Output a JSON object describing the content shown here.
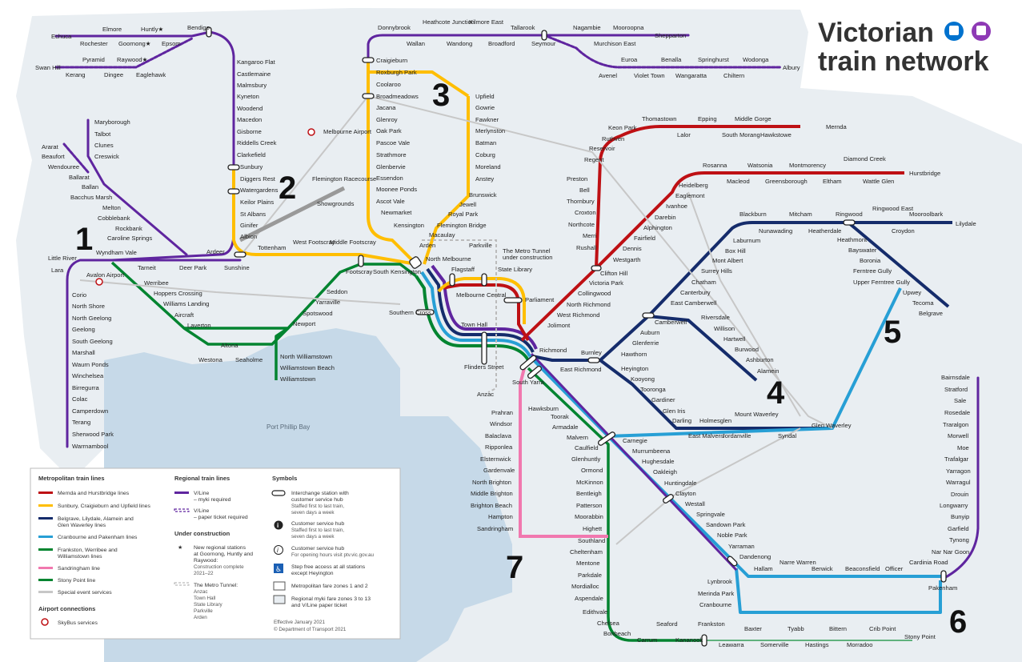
{
  "title": {
    "line1": "Victorian",
    "line2": "train network"
  },
  "bay_label": "Port Phillip Bay",
  "colors": {
    "mernda_hurstbridge": "#be1014",
    "sunbury_craigieburn_upfield": "#ffbe00",
    "belgrave_lilydale_alamein_glenwaverley": "#152c6b",
    "cranbourne_pakenham": "#279fd5",
    "frankston_werribee_williamstown": "#028430",
    "sandringham": "#f178af",
    "regional": "#5f259f",
    "special": "#c7c7c7",
    "bay": "#c6d9e8",
    "land": "#e9eef2"
  },
  "markers": {
    "m1": "1",
    "m2": "2",
    "m3": "3",
    "m4": "4",
    "m5": "5",
    "m6": "6",
    "m7": "7"
  },
  "legend": {
    "metro_heading": "Metropolitan train lines",
    "metro_lines": [
      "Mernda and Hurstbridge lines",
      "Sunbury, Craigieburn and Upfield lines",
      "Belgrave, Lilydale, Alamein and",
      "Glen Waverley lines",
      "Cranbourne and Pakenham lines",
      "Frankston, Werribee and",
      "Williamstown lines",
      "Sandringham line",
      "Stony Point line",
      "Special event services"
    ],
    "regional_heading": "Regional train lines",
    "regional_lines": [
      "V/Line",
      "– myki required",
      "V/Line",
      "– paper ticket required"
    ],
    "construction_heading": "Under construction",
    "construction_items": [
      "New regional stations",
      "at Goornong, Huntly and",
      "Raywood:",
      "Construction complete",
      "2021–22",
      "The Metro Tunnel:",
      "Anzac",
      "Town Hall",
      "State Library",
      "Parkville",
      "Arden"
    ],
    "symbols_heading": "Symbols",
    "symbols": [
      "Interchange station with",
      "customer service hub",
      "Staffed first to last train,",
      "seven days a week",
      "Customer service hub",
      "Staffed first to last train,",
      "seven days a week",
      "Customer service hub",
      "For opening hours visit ptv.vic.gov.au",
      "Step free access at all stations",
      "except Heyington",
      "Metropolitan fare zones 1 and 2",
      "Regional myki fare zones 3 to 13",
      "and V/Line paper ticket"
    ],
    "airport_heading": "Airport connections",
    "airport_item": "SkyBus services",
    "effective": "Effective January 2021",
    "copyright": "© Department of Transport 2021"
  },
  "stations": {
    "regional_nw": [
      "Echuca",
      "Elmore",
      "Huntly★",
      "Rochester",
      "Goornong★",
      "Epsom",
      "Bendigo",
      "Swan Hill",
      "Pyramid",
      "Kerang",
      "Raywood★",
      "Dingee",
      "Eaglehawk",
      "Kangaroo Flat",
      "Castlemaine",
      "Malmsbury",
      "Kyneton",
      "Woodend",
      "Macedon",
      "Gisborne",
      "Riddells Creek",
      "Clarkefield",
      "Sunbury",
      "Diggers Rest",
      "Watergardens",
      "Keilor Plains",
      "St Albans",
      "Ginifer",
      "Albion"
    ],
    "regional_w": [
      "Maryborough",
      "Talbot",
      "Clunes",
      "Creswick",
      "Ararat",
      "Beaufort",
      "Wendouree",
      "Ballarat",
      "Ballan",
      "Bacchus Marsh",
      "Melton",
      "Cobblebank",
      "Rockbank",
      "Caroline Springs",
      "Wyndham Vale",
      "Little River",
      "Lara",
      "Tarneit",
      "Deer Park",
      "Ardeer",
      "Sunshine",
      "Tottenham",
      "West Footscray",
      "Middle Footscray",
      "Footscray"
    ],
    "geelong": [
      "Corio",
      "North Shore",
      "North Geelong",
      "Geelong",
      "South Geelong",
      "Marshall",
      "Waurn Ponds",
      "Winchelsea",
      "Birregurra",
      "Colac",
      "Camperdown",
      "Terang",
      "Sherwood Park",
      "Warrnambool"
    ],
    "werribee": [
      "Avalon Airport",
      "Werribee",
      "Hoppers Crossing",
      "Williams Landing",
      "Aircraft",
      "Laverton",
      "Altona",
      "Westona",
      "Seaholme",
      "Newport",
      "Spotswood",
      "Yarraville",
      "Seddon",
      "North Williamstown",
      "Williamstown Beach",
      "Williamstown"
    ],
    "regional_ne": [
      "Donnybrook",
      "Heathcote Junction",
      "Kilmore East",
      "Tallarook",
      "Wallan",
      "Wandong",
      "Broadford",
      "Seymour",
      "Nagambie",
      "Mooroopna",
      "Murchison East",
      "Shepparton",
      "Euroa",
      "Benalla",
      "Springhurst",
      "Wodonga",
      "Albury",
      "Avenel",
      "Violet Town",
      "Wangaratta",
      "Chiltern"
    ],
    "craigieburn": [
      "Craigieburn",
      "Roxburgh Park",
      "Coolaroo",
      "Broadmeadows",
      "Jacana",
      "Glenroy",
      "Oak Park",
      "Pascoe Vale",
      "Strathmore",
      "Glenbervie",
      "Essendon",
      "Moonee Ponds",
      "Ascot Vale",
      "Newmarket",
      "Kensington"
    ],
    "upfield": [
      "Upfield",
      "Gowrie",
      "Fawkner",
      "Merlynston",
      "Batman",
      "Coburg",
      "Moreland",
      "Anstey",
      "Brunswick",
      "Jewell",
      "Royal Park",
      "Flemington Bridge",
      "Macaulay"
    ],
    "airport": [
      "Melbourne Airport",
      "Flemington Racecourse",
      "Showgrounds"
    ],
    "city": [
      "Arden",
      "Parkville",
      "North Melbourne",
      "Flagstaff",
      "State Library",
      "Melbourne Central",
      "Parliament",
      "Southern Cross",
      "South Kensington",
      "Town Hall",
      "Flinders Street",
      "Richmond",
      "East Richmond",
      "South Yarra",
      "Anzac",
      "The Metro Tunnel",
      "under construction"
    ],
    "mernda": [
      "Mernda",
      "Thomastown",
      "Epping",
      "Middle Gorge",
      "Lalor",
      "South Morang",
      "Hawkstowe",
      "Keon Park",
      "Ruthven",
      "Reservoir",
      "Regent",
      "Preston",
      "Bell",
      "Thornbury",
      "Croxton",
      "Northcote",
      "Merri",
      "Rushall",
      "Clifton Hill",
      "Victoria Park",
      "Collingwood",
      "North Richmond",
      "West Richmond",
      "Jolimont"
    ],
    "hurstbridge": [
      "Hurstbridge",
      "Diamond Creek",
      "Wattle Glen",
      "Rosanna",
      "Watsonia",
      "Montmorency",
      "Eltham",
      "Macleod",
      "Greensborough",
      "Heidelberg",
      "Eaglemont",
      "Ivanhoe",
      "Darebin",
      "Alphington",
      "Fairfield",
      "Dennis",
      "Westgarth"
    ],
    "lilydale_belgrave": [
      "Blackburn",
      "Mitcham",
      "Ringwood",
      "Ringwood East",
      "Mooroolbark",
      "Lilydale",
      "Nunawading",
      "Heatherdale",
      "Croydon",
      "Heathmont",
      "Bayswater",
      "Boronia",
      "Ferntree Gully",
      "Upper Ferntree Gully",
      "Upwey",
      "Tecoma",
      "Belgrave",
      "Laburnum",
      "Box Hill",
      "Mont Albert",
      "Surrey Hills",
      "Chatham",
      "Canterbury",
      "East Camberwell",
      "Camberwell",
      "Auburn",
      "Glenferrie",
      "Hawthorn",
      "Burnley"
    ],
    "alamein_glen": [
      "Riversdale",
      "Willison",
      "Hartwell",
      "Burwood",
      "Ashburton",
      "Alamein",
      "Heyington",
      "Kooyong",
      "Tooronga",
      "Gardiner",
      "Glen Iris",
      "Darling",
      "Holmesglen",
      "East Malvern",
      "Jordanville",
      "Mount Waverley",
      "Syndal",
      "Glen Waverley"
    ],
    "sandringham": [
      "Prahran",
      "Windsor",
      "Balaclava",
      "Ripponlea",
      "Elsternwick",
      "Gardenvale",
      "North Brighton",
      "Middle Brighton",
      "Brighton Beach",
      "Hampton",
      "Sandringham"
    ],
    "frankston": [
      "Hawksburn",
      "Toorak",
      "Armadale",
      "Malvern",
      "Caulfield",
      "Glenhuntly",
      "Ormond",
      "McKinnon",
      "Bentleigh",
      "Patterson",
      "Moorabbin",
      "Highett",
      "Southland",
      "Cheltenham",
      "Mentone",
      "Parkdale",
      "Mordialloc",
      "Aspendale",
      "Edithvale",
      "Chelsea",
      "Bonbeach",
      "Carrum",
      "Seaford",
      "Kananook",
      "Frankston"
    ],
    "stony_point": [
      "Leawarra",
      "Baxter",
      "Somerville",
      "Tyabb",
      "Hastings",
      "Bittern",
      "Morradoo",
      "Crib Point",
      "Stony Point"
    ],
    "pakenham_cranbourne": [
      "Carnegie",
      "Murrumbeena",
      "Hughesdale",
      "Oakleigh",
      "Huntingdale",
      "Clayton",
      "Westall",
      "Springvale",
      "Sandown Park",
      "Noble Park",
      "Yarraman",
      "Dandenong",
      "Hallam",
      "Narre Warren",
      "Berwick",
      "Beaconsfield",
      "Officer",
      "Cardinia Road",
      "Pakenham",
      "Lynbrook",
      "Merinda Park",
      "Cranbourne"
    ],
    "gippsland": [
      "Bairnsdale",
      "Stratford",
      "Sale",
      "Rosedale",
      "Traralgon",
      "Morwell",
      "Moe",
      "Trafalgar",
      "Yarragon",
      "Warragul",
      "Drouin",
      "Longwarry",
      "Bunyip",
      "Garfield",
      "Tynong",
      "Nar Nar Goon"
    ]
  }
}
